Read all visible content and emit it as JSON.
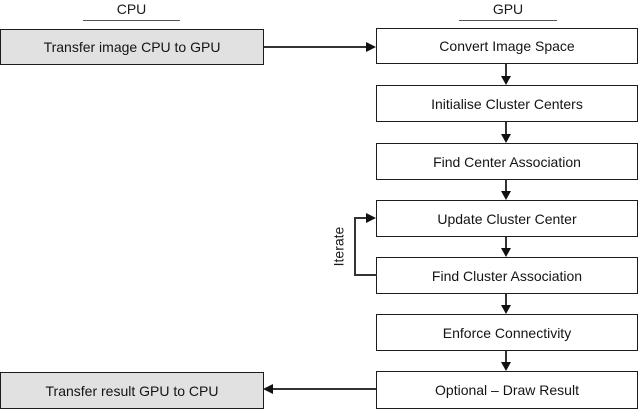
{
  "diagram": {
    "title": "CPU-GPU processing pipeline flowchart",
    "columns": {
      "cpu": {
        "label": "CPU"
      },
      "gpu": {
        "label": "GPU"
      }
    },
    "cpu_nodes": [
      {
        "id": "transfer-image-cpu-to-gpu",
        "label": "Transfer image CPU to GPU"
      },
      {
        "id": "transfer-result-gpu-to-cpu",
        "label": "Transfer result GPU to CPU"
      }
    ],
    "gpu_nodes": [
      {
        "id": "convert-image-space",
        "label": "Convert Image Space"
      },
      {
        "id": "initialise-cluster-centers",
        "label": "Initialise Cluster Centers"
      },
      {
        "id": "find-center-association",
        "label": "Find Center Association"
      },
      {
        "id": "update-cluster-center",
        "label": "Update Cluster Center"
      },
      {
        "id": "find-cluster-association",
        "label": "Find Cluster Association"
      },
      {
        "id": "enforce-connectivity",
        "label": "Enforce Connectivity"
      },
      {
        "id": "optional-draw-result",
        "label": "Optional – Draw Result"
      }
    ],
    "annotations": {
      "iterate_label": "Iterate"
    },
    "edges": [
      {
        "from": "transfer-image-cpu-to-gpu",
        "to": "convert-image-space",
        "direction": "right"
      },
      {
        "from": "convert-image-space",
        "to": "initialise-cluster-centers",
        "direction": "down"
      },
      {
        "from": "initialise-cluster-centers",
        "to": "find-center-association",
        "direction": "down"
      },
      {
        "from": "find-center-association",
        "to": "update-cluster-center",
        "direction": "down"
      },
      {
        "from": "update-cluster-center",
        "to": "find-cluster-association",
        "direction": "down"
      },
      {
        "from": "find-cluster-association",
        "to": "update-cluster-center",
        "direction": "loop-left",
        "label": "Iterate"
      },
      {
        "from": "find-cluster-association",
        "to": "enforce-connectivity",
        "direction": "down"
      },
      {
        "from": "enforce-connectivity",
        "to": "optional-draw-result",
        "direction": "down"
      },
      {
        "from": "optional-draw-result",
        "to": "transfer-result-gpu-to-cpu",
        "direction": "left"
      }
    ],
    "colors": {
      "cpu_node_fill": "#e1e1e1",
      "gpu_node_fill": "#ffffff",
      "node_border": "#1c1c1c",
      "line": "#333333",
      "arrowhead": "#111111",
      "text": "#141414",
      "background": "#ffffff"
    }
  }
}
